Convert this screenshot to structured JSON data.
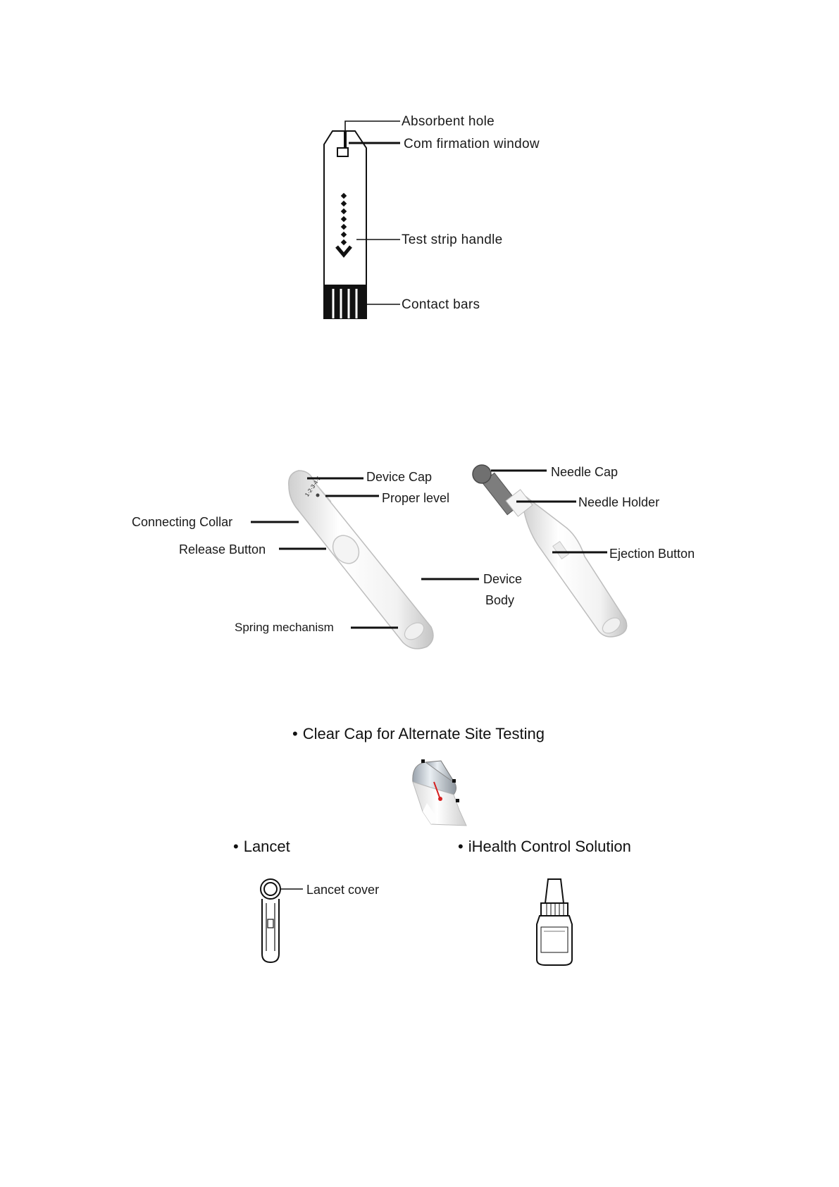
{
  "test_strip": {
    "labels": {
      "absorbent_hole": "Absorbent hole",
      "confirmation_window": "Com firmation window",
      "handle": "Test strip handle",
      "contact_bars": "Contact bars"
    }
  },
  "lancing_device": {
    "labels": {
      "device_cap": "Device Cap",
      "proper_level": "Proper level",
      "connecting_collar": "Connecting Collar",
      "release_button": "Release Button",
      "device_body_line1": "Device",
      "device_body_line2": "Body",
      "spring_mechanism": "Spring mechanism",
      "needle_cap": "Needle Cap",
      "needle_holder": "Needle Holder",
      "ejection_button": "Ejection Button"
    },
    "level_marks": "1·2·3·4·5"
  },
  "accessories": {
    "bullet": "•",
    "clear_cap": "Clear Cap for Alternate Site Testing",
    "lancet": "Lancet",
    "lancet_cover": "Lancet  cover",
    "control_solution": "iHealth Control Solution"
  },
  "colors": {
    "line": "#111111",
    "device_shade": "#dcdcdc",
    "needle_cap": "#6f6f6f",
    "accent_red": "#d62020"
  }
}
